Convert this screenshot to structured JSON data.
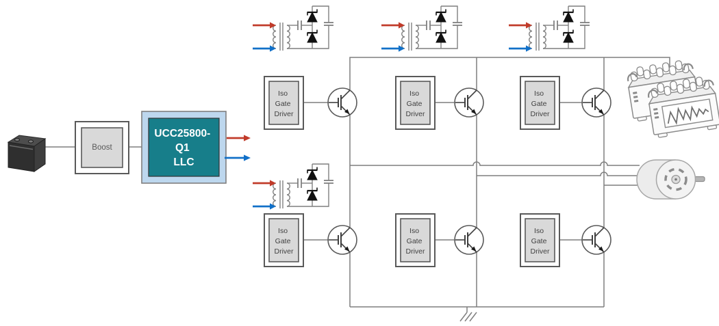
{
  "blocks": {
    "battery": {
      "type": "battery-icon"
    },
    "boost": {
      "label": "Boost"
    },
    "llc": {
      "lines": [
        "UCC25800-",
        "Q1",
        "LLC"
      ]
    },
    "iso_driver": {
      "lines": [
        "Iso",
        "Gate",
        "Driver"
      ],
      "count": 6
    },
    "battery_pack": {
      "type": "battery-pack-icon"
    },
    "motor": {
      "type": "motor-icon"
    }
  },
  "icons": {
    "battery": "battery-icon",
    "battery_pack": "battery-pack-icon",
    "motor": "motor-icon",
    "ground": "ground-icon",
    "red_arrow": "red-arrow-icon",
    "blue_arrow": "blue-arrow-icon",
    "transformer_rectifier": "transformer-rectifier-icon",
    "igbt": "igbt-transistor-icon"
  },
  "colors": {
    "background": "#FFFFFF",
    "wire": "#7F7F7F",
    "block_border": "#595959",
    "block_fill": "#D9D9D9",
    "llc_inner": "#177E8A",
    "llc_outer": "#BDD7EE",
    "red_arrow": "#C13B2A",
    "blue_arrow": "#1170C8",
    "diode": "#111111"
  }
}
